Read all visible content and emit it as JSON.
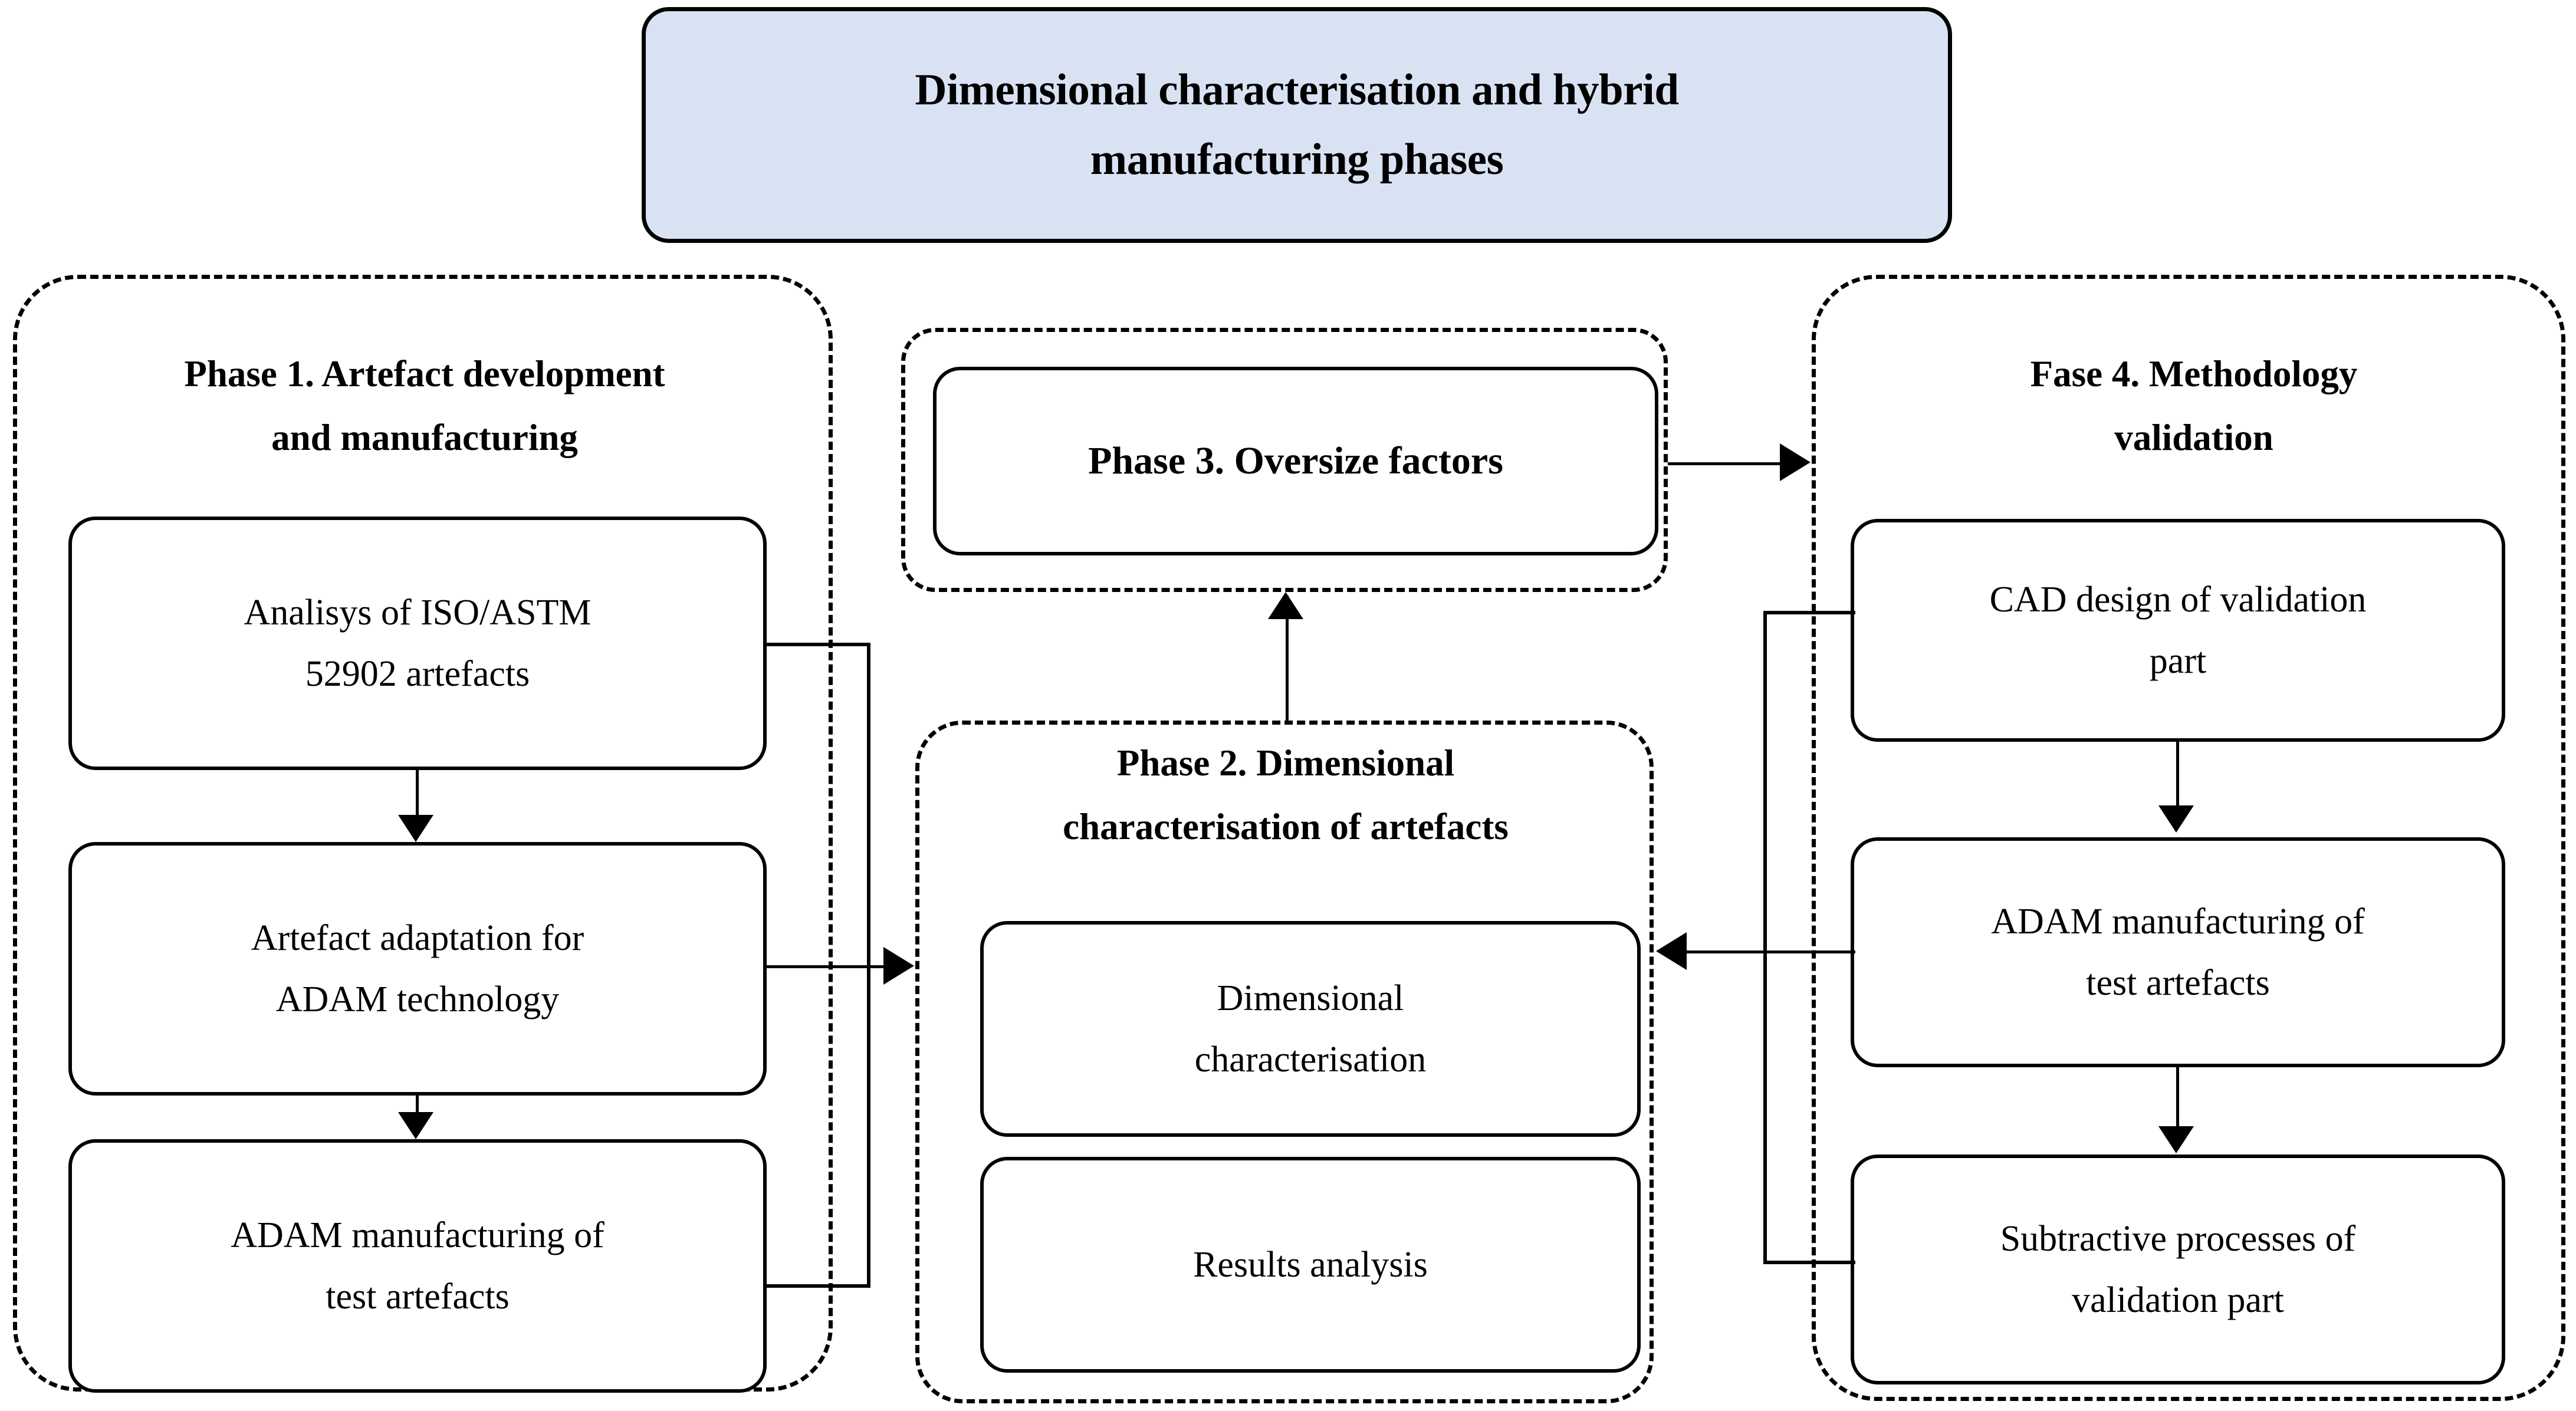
{
  "title_banner": {
    "line1": "Dimensional characterisation and hybrid",
    "line2": "manufacturing phases"
  },
  "phases": {
    "phase1": {
      "heading_line1": "Phase 1. Artefact development",
      "heading_line2": "and manufacturing",
      "boxes": [
        {
          "line1": "Analisys of ISO/ASTM",
          "line2": "52902 artefacts"
        },
        {
          "line1": "Artefact adaptation for",
          "line2": "ADAM technology"
        },
        {
          "line1": "ADAM manufacturing of",
          "line2": "test artefacts"
        }
      ]
    },
    "phase2": {
      "heading_line1": "Phase 2. Dimensional",
      "heading_line2": "characterisation of artefacts",
      "boxes": [
        {
          "line1": "Dimensional",
          "line2": "characterisation"
        },
        {
          "line1": "Results analysis",
          "line2": ""
        }
      ]
    },
    "phase3": {
      "box_label": "Phase 3. Oversize factors"
    },
    "phase4": {
      "heading_line1": "Fase 4. Methodology",
      "heading_line2": "validation",
      "boxes": [
        {
          "line1": "CAD design of validation",
          "line2": "part"
        },
        {
          "line1": "ADAM manufacturing of",
          "line2": "test artefacts"
        },
        {
          "line1": "Subtractive processes of",
          "line2": "validation part"
        }
      ]
    }
  },
  "colors": {
    "banner_fill": "#d9e2f3",
    "stroke": "#000000",
    "background": "#ffffff"
  }
}
